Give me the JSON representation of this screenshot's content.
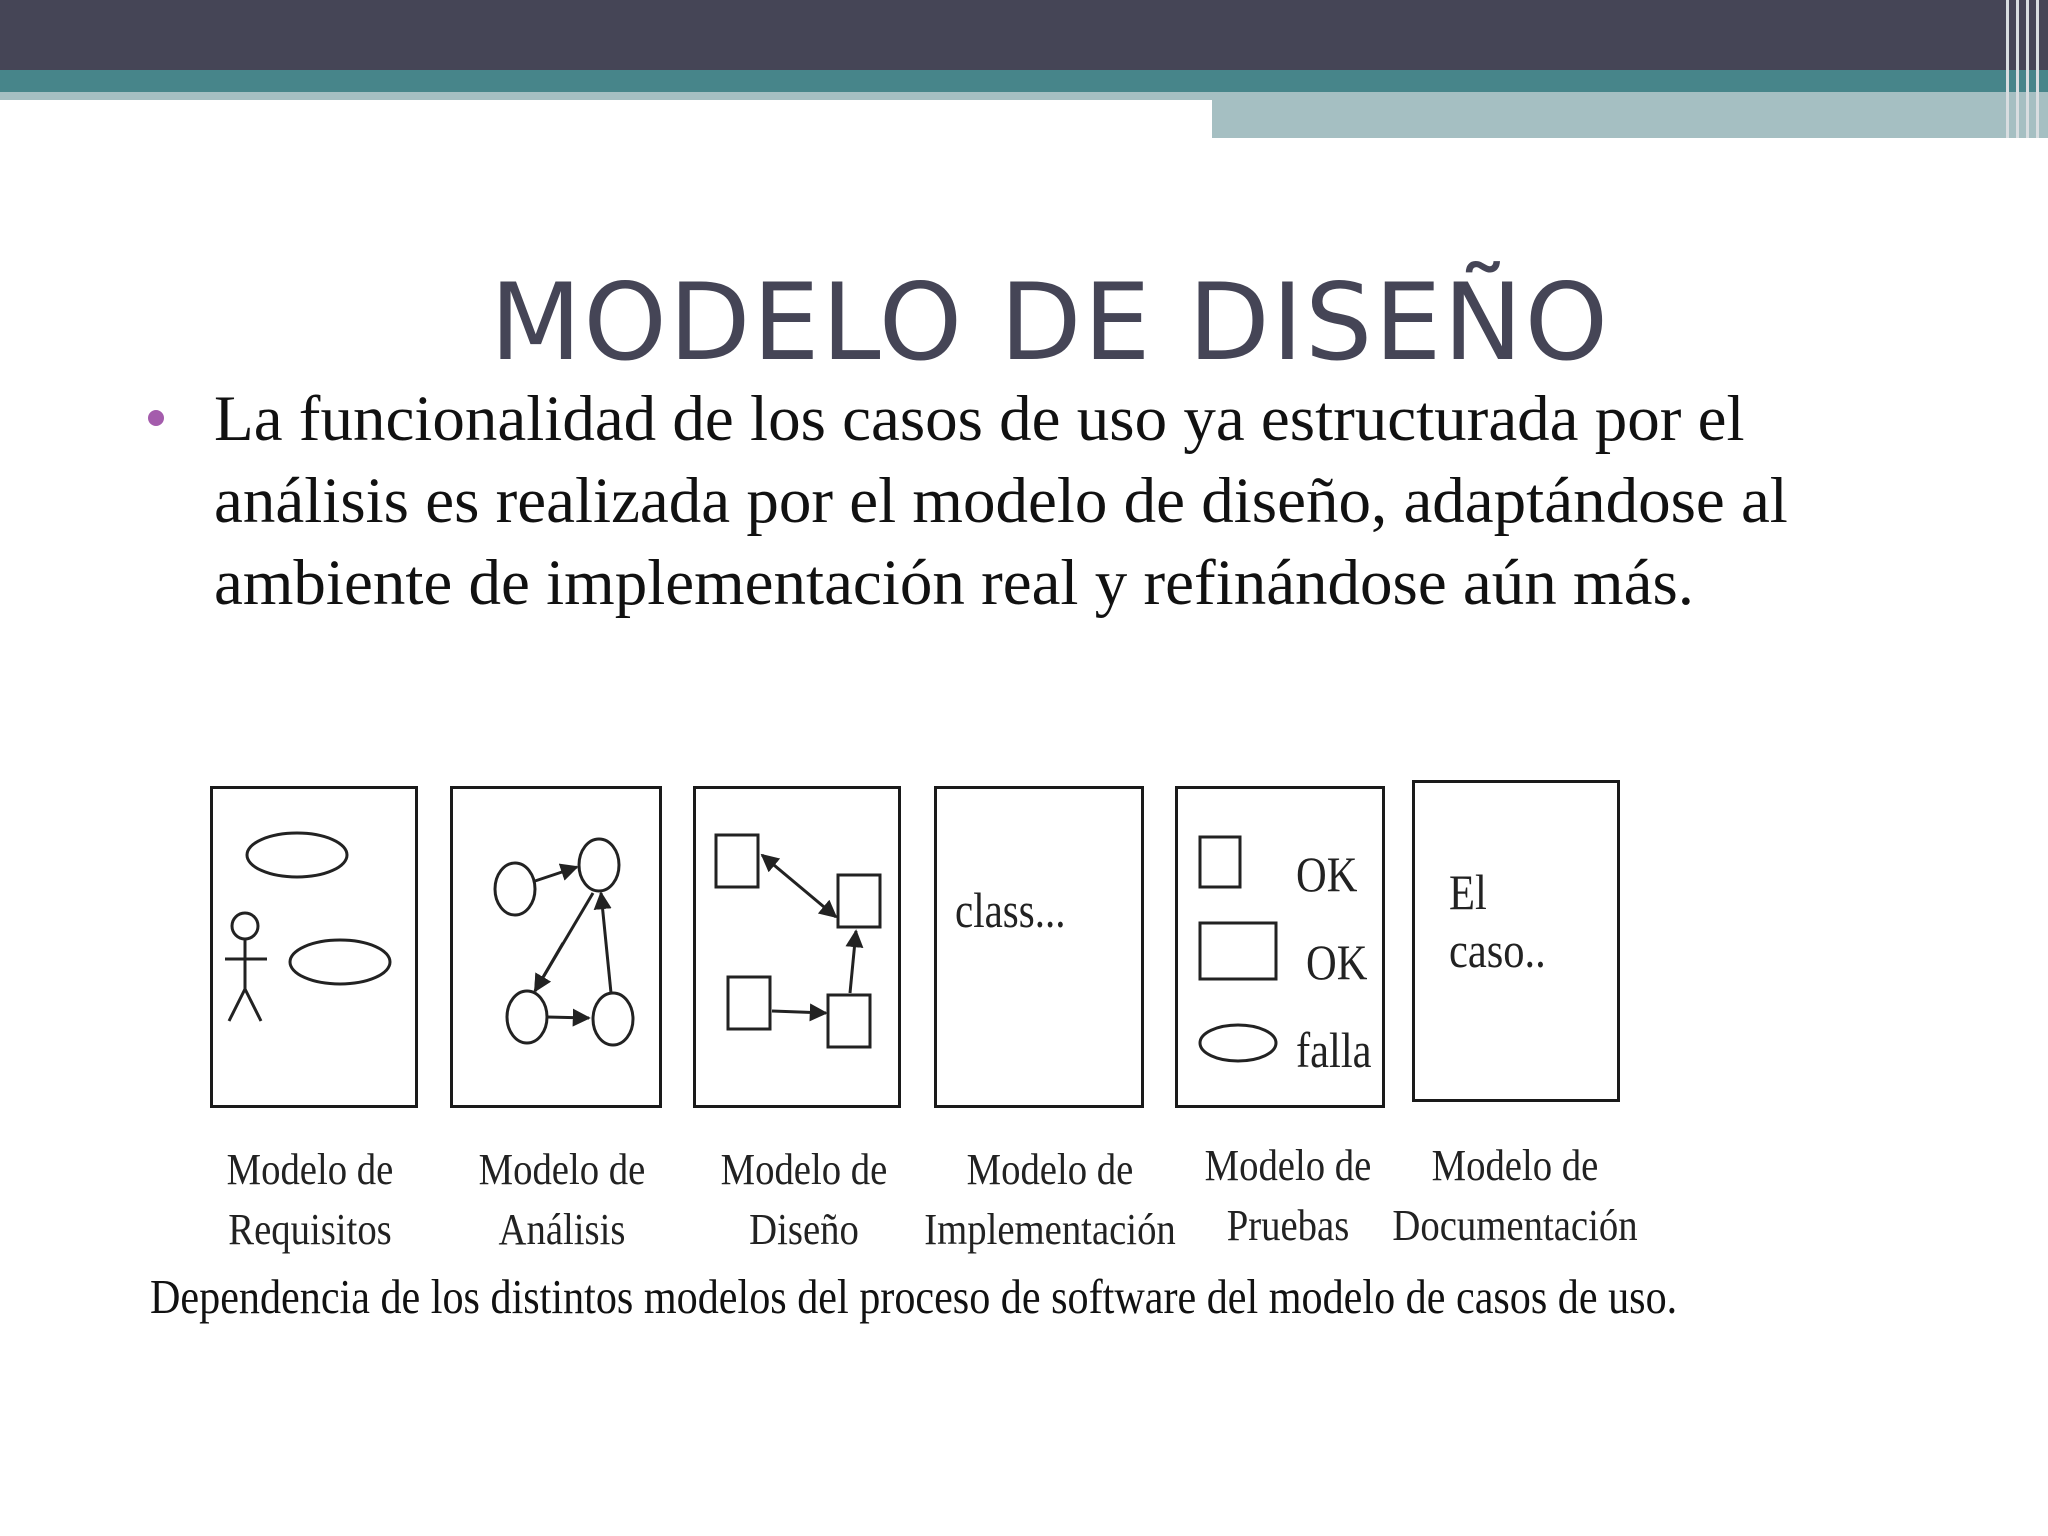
{
  "slide": {
    "title": "MODELO DE DISEÑO",
    "bullet": "La funcionalidad de los casos de uso ya estructurada por el análisis es realizada por el modelo de diseño, adaptándose al ambiente de implementación real y refinándose aún más.",
    "colors": {
      "header": "#454556",
      "teal": "#47858a",
      "bullet": "#a45cac"
    }
  },
  "figure": {
    "models": [
      {
        "line1": "Modelo de",
        "line2": "Requisitos"
      },
      {
        "line1": "Modelo de",
        "line2": "Análisis"
      },
      {
        "line1": "Modelo de",
        "line2": "Diseño"
      },
      {
        "line1": "Modelo de",
        "line2": "Implementación"
      },
      {
        "line1": "Modelo de",
        "line2": "Pruebas"
      },
      {
        "line1": "Modelo de",
        "line2": "Documentación"
      }
    ],
    "implementation_box_text": "class...",
    "tests_labels": [
      "OK",
      "OK",
      "falla"
    ],
    "documentation_box_text": "El caso..",
    "caption": "Dependencia de los distintos modelos del proceso de software del modelo de casos de uso."
  }
}
